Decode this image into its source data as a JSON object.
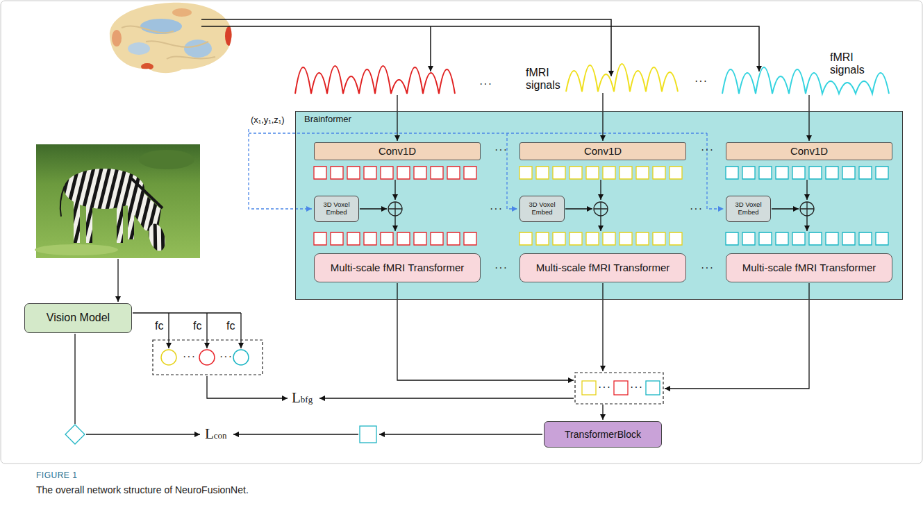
{
  "diagram": {
    "caption": "The overall network structure of NeuroFusionNet.",
    "nodes": [
      {
        "text": [
          "Brainformer"
        ]
      },
      {
        "text": [
          "Conv1D"
        ],
        "in": 0
      },
      {
        "text": [
          "Conv1D"
        ],
        "in": 0
      },
      {
        "text": [
          "Conv1D"
        ],
        "in": 0
      },
      {
        "text": [
          "3D Voxel Embed"
        ],
        "in": 0
      },
      {
        "text": [
          "3D Voxel Embed"
        ],
        "in": 0
      },
      {
        "text": [
          "3D Voxel Embed"
        ],
        "in": 0
      },
      {
        "text": [
          "Multi-scale fMRI Transformer"
        ],
        "in": 0
      },
      {
        "text": [
          "Multi-scale fMRI Transformer"
        ],
        "in": 0
      },
      {
        "text": [
          "Multi-scale fMRI Transformer"
        ],
        "in": 0
      },
      {
        "text": [
          "Vision Model"
        ]
      },
      {
        "text": [
          "TransformerBlock"
        ]
      }
    ],
    "labels": [
      "(x₁,y₁,z₁)",
      "fMRI signals",
      "fMRI signals",
      "···",
      "···",
      "···",
      "···",
      "···",
      "···",
      "···",
      "···",
      "fc",
      "fc",
      "fc",
      "···",
      "···",
      "···",
      "···",
      "Lbfg",
      "Lcon",
      "FIGURE 1"
    ]
  }
}
